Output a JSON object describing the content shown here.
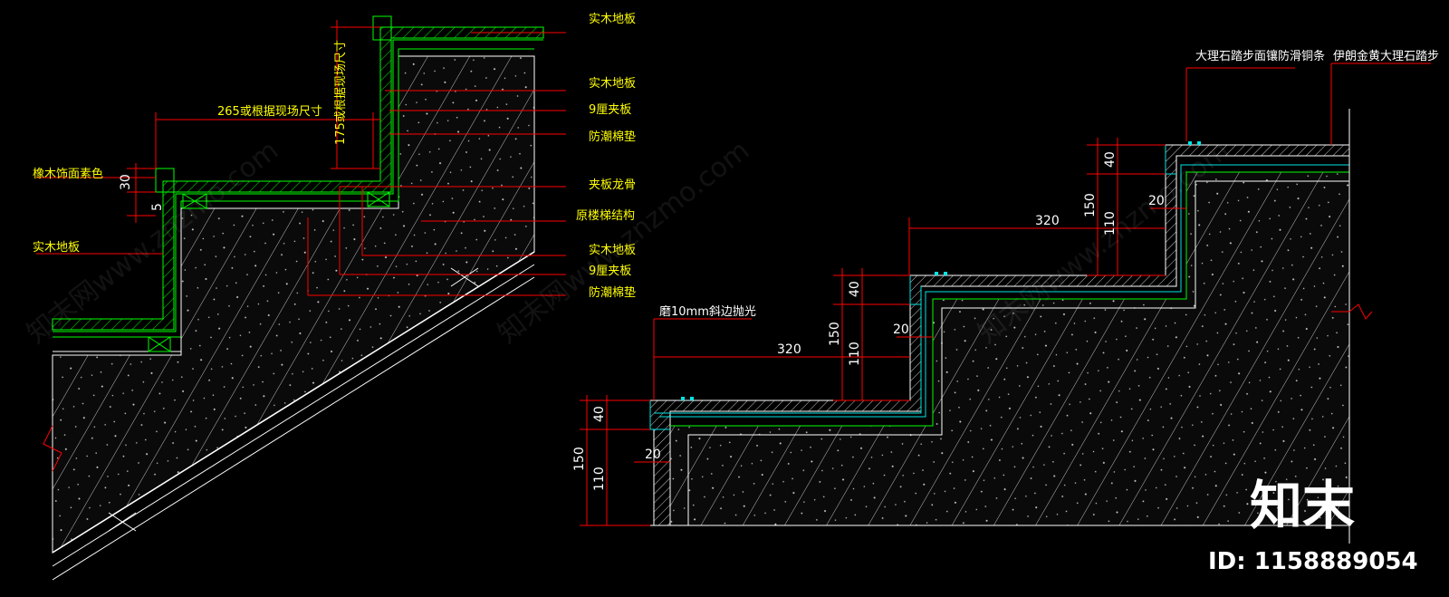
{
  "left_detail": {
    "labels": {
      "solid_wood_floor_1": "实木地板",
      "solid_wood_floor_2": "实木地板",
      "plywood_9_1": "9厘夹板",
      "moisture_pad_1": "防潮棉垫",
      "plywood_keel": "夹板龙骨",
      "original_stair": "原楼梯结构",
      "solid_wood_floor_3": "实木地板",
      "plywood_9_2": "9厘夹板",
      "moisture_pad_2": "防潮棉垫",
      "oak_finish": "橡木饰面素色",
      "solid_wood_floor_left": "实木地板"
    },
    "dims": {
      "tread": "265或根据现场尺寸",
      "riser": "175或根据现场尺寸",
      "thick_30": "30",
      "thick_5": "5"
    }
  },
  "right_detail": {
    "labels": {
      "copper_strip": "大理石踏步面镶防滑铜条",
      "marble_step": "伊朗金黄大理石踏步",
      "bevel_polish": "磨10mm斜边抛光"
    },
    "dims": {
      "tread_upper": "320",
      "tread_lower": "320",
      "d40_a": "40",
      "d150_a": "150",
      "d110_a": "110",
      "d20_a": "20",
      "d40_b": "40",
      "d150_b": "150",
      "d110_b": "110",
      "d20_b": "20",
      "d40_c": "40",
      "d150_c": "150",
      "d110_c": "110",
      "d20_c": "20"
    }
  },
  "branding": {
    "logo": "知末",
    "id_text": "ID: 1158889054",
    "watermark": "知末网www.znzmo.com"
  },
  "colors": {
    "background": "#000000",
    "green_line": "#00ff00",
    "red_line": "#ff0000",
    "white_line": "#ffffff",
    "yellow_text": "#ffff00",
    "cyan_line": "#00e5e5"
  }
}
